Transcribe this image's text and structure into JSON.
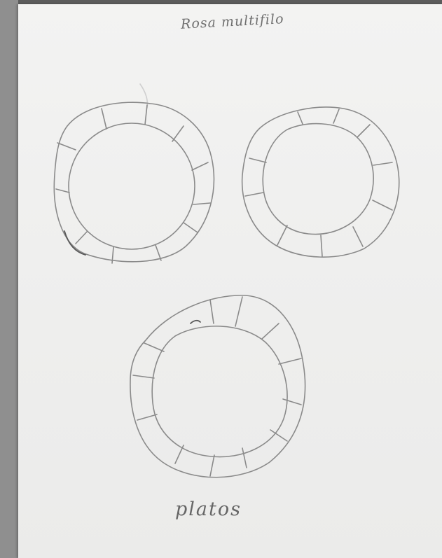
{
  "sheet": {
    "title": "Rosa multifilo",
    "caption": "platos",
    "colors": {
      "background": "#8f8f8f",
      "paper": "#efefee",
      "pencil": "#8a8a8a"
    }
  },
  "drawing": {
    "plates": [
      {
        "name": "plate-top-left"
      },
      {
        "name": "plate-top-right"
      },
      {
        "name": "plate-bottom"
      }
    ]
  }
}
